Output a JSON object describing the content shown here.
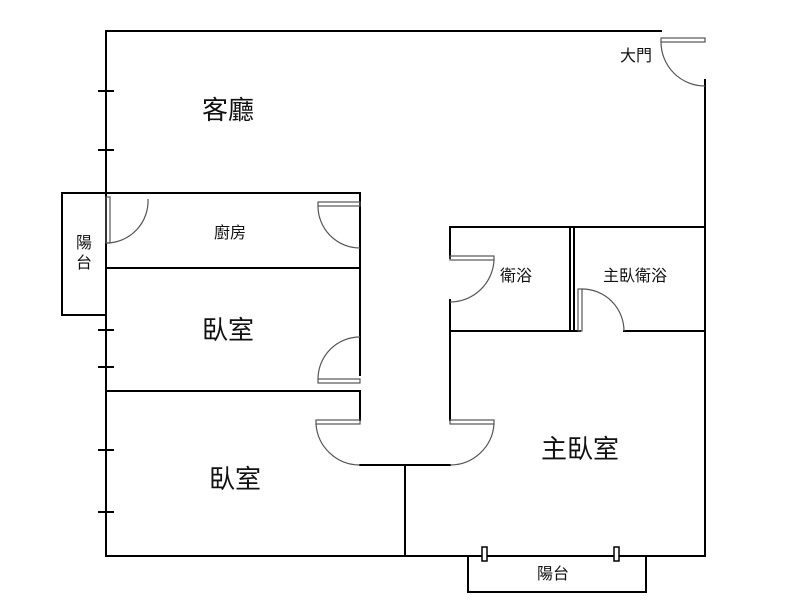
{
  "rooms": {
    "living_room": "客廳",
    "main_door": "大門",
    "kitchen": "廚房",
    "balcony_west": "陽台",
    "bedroom_1": "臥室",
    "bedroom_2": "臥室",
    "bathroom": "衛浴",
    "master_bathroom": "主臥衛浴",
    "master_bedroom": "主臥室",
    "balcony_south": "陽台"
  },
  "colors": {
    "wall": "#000000",
    "door": "#555555",
    "background": "#ffffff",
    "text": "#111111"
  }
}
